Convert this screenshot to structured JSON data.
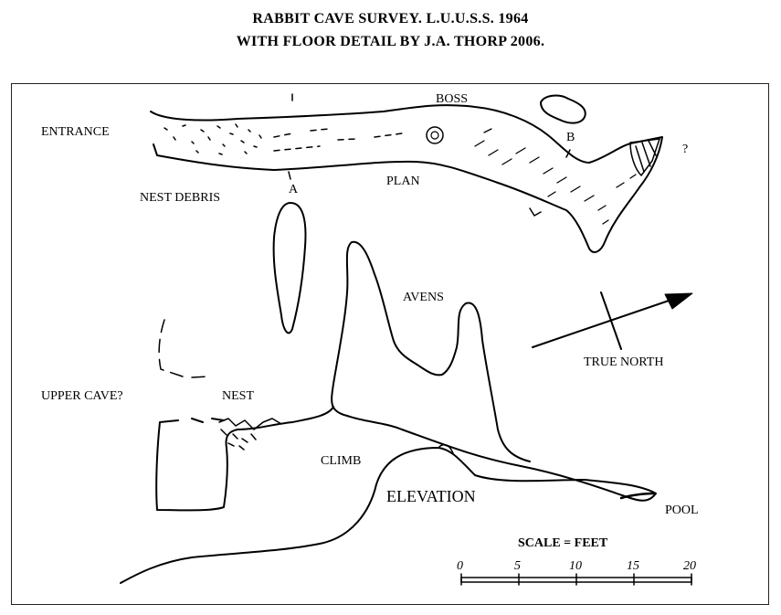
{
  "title": {
    "line1": "RABBIT CAVE SURVEY. L.U.U.S.S. 1964",
    "line2": "WITH FLOOR DETAIL BY J.A. THORP 2006."
  },
  "labels": {
    "entrance": "ENTRANCE",
    "boss": "BOSS",
    "b": "B",
    "question": "?",
    "a": "A",
    "plan": "PLAN",
    "nest_debris": "NEST DEBRIS",
    "avens": "AVENS",
    "true_north": "TRUE NORTH",
    "upper_cave": "UPPER CAVE?",
    "nest": "NEST",
    "climb": "CLIMB",
    "elevation": "ELEVATION",
    "pool": "POOL",
    "scale": "SCALE = FEET"
  },
  "scale_ticks": [
    "0",
    "5",
    "10",
    "15",
    "20"
  ],
  "colors": {
    "ink": "#000000",
    "paper": "#ffffff"
  }
}
